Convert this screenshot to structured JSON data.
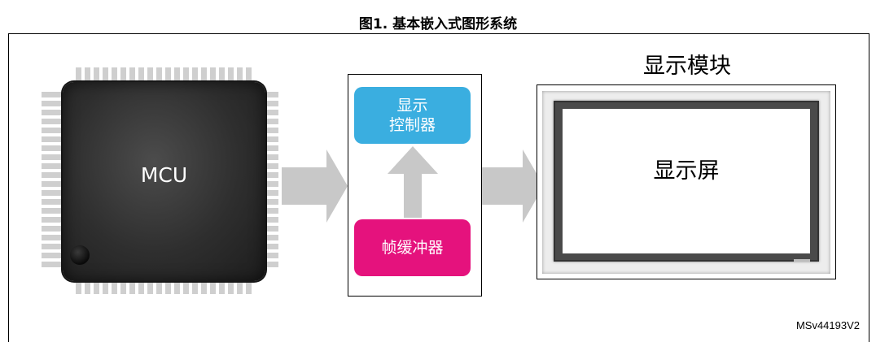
{
  "figure": {
    "title": "图1. 基本嵌入式图形系统"
  },
  "mcu": {
    "label": "MCU"
  },
  "controller": {
    "line1": "显示",
    "line2": "控制器"
  },
  "frame_buffer": {
    "label": "帧缓冲器"
  },
  "display_module": {
    "title": "显示模块",
    "screen_label": "显示屏"
  },
  "figure_code": "MSv44193V2",
  "colors": {
    "display_controller": "#3aaee0",
    "frame_buffer": "#e5127d",
    "arrow": "#c8c8c8",
    "chip": "#2e2e2e"
  }
}
